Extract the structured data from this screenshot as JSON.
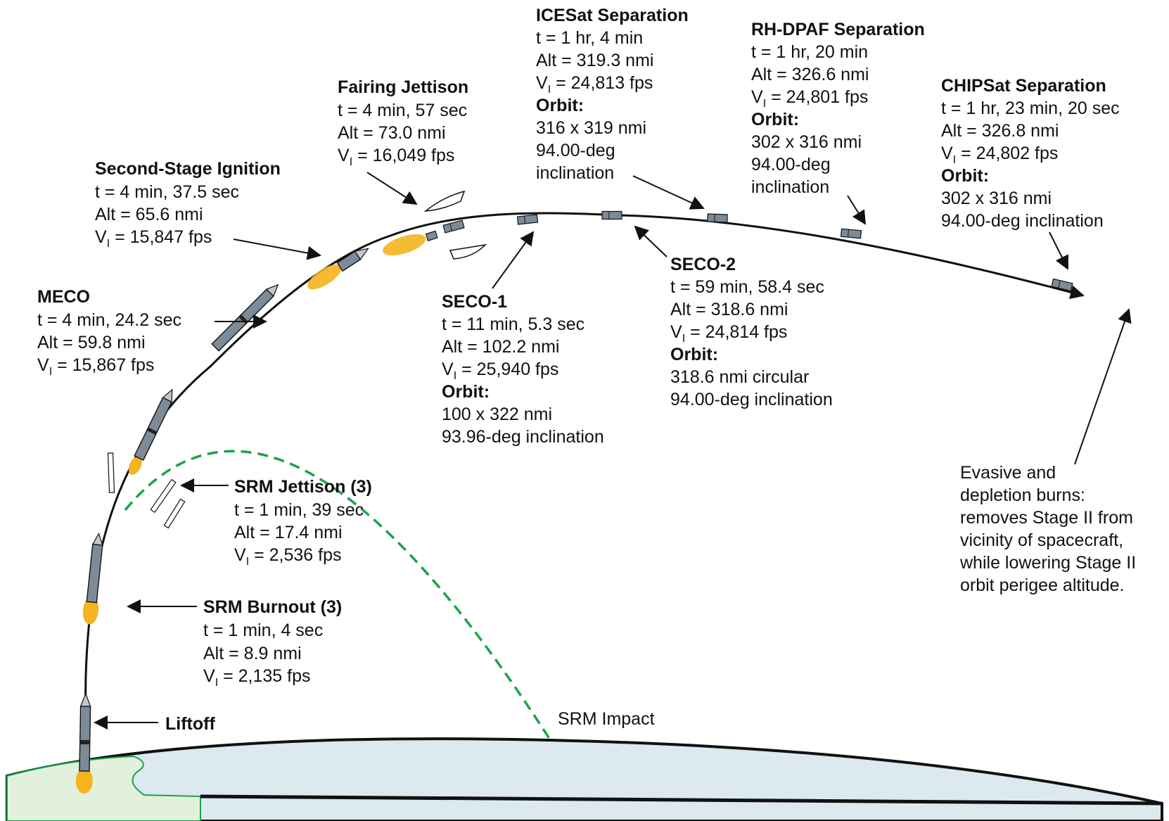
{
  "colors": {
    "ground": "#dce9ee",
    "land": "#e2f1dc",
    "land_edge": "#1aa34a",
    "impact_path": "#1aa34a",
    "flame": "#f5b820",
    "rocket_body": "#7d8b99",
    "ink": "#111111"
  },
  "events": {
    "liftoff": {
      "title": "Liftoff"
    },
    "srm_burnout": {
      "title": "SRM Burnout (3)",
      "t": "t = 1 min, 4 sec",
      "alt": "Alt = 8.9 nmi",
      "v_pre": "V",
      "v_sub": "I",
      "v_post": " = 2,135 fps"
    },
    "srm_jettison": {
      "title": "SRM Jettison (3)",
      "t": "t = 1 min, 39 sec",
      "alt": "Alt = 17.4 nmi",
      "v_pre": "V",
      "v_sub": "I",
      "v_post": " = 2,536 fps"
    },
    "meco": {
      "title": "MECO",
      "t": "t = 4 min, 24.2 sec",
      "alt": "Alt = 59.8 nmi",
      "v_pre": "V",
      "v_sub": "I",
      "v_post": " = 15,867 fps"
    },
    "second_stage_ignition": {
      "title": "Second-Stage Ignition",
      "t": "t = 4 min, 37.5 sec",
      "alt": "Alt = 65.6 nmi",
      "v_pre": "V",
      "v_sub": "I",
      "v_post": " = 15,847 fps"
    },
    "fairing_jettison": {
      "title": "Fairing Jettison",
      "t": "t = 4 min, 57 sec",
      "alt": "Alt = 73.0 nmi",
      "v_pre": "V",
      "v_sub": "I",
      "v_post": " = 16,049 fps"
    },
    "seco1": {
      "title": "SECO-1",
      "t": "t = 11 min, 5.3 sec",
      "alt": "Alt = 102.2 nmi",
      "v_pre": "V",
      "v_sub": "I",
      "v_post": " = 25,940 fps",
      "orbit_label": "Orbit:",
      "orbit_1": "100 x 322 nmi",
      "orbit_2": "93.96-deg inclination"
    },
    "icesat": {
      "title_bold": "ICESa",
      "title_rest": "t Separation",
      "t": "t = 1 hr, 4 min",
      "alt": "Alt = 319.3 nmi",
      "v_pre": "V",
      "v_sub": "I",
      "v_post": " = 24,813 fps",
      "orbit_label": "Orbit:",
      "orbit_1": "316 x 319 nmi",
      "orbit_2": "94.00-deg",
      "orbit_3": "inclination"
    },
    "seco2": {
      "title": "SECO-2",
      "t": "t = 59 min, 58.4 sec",
      "alt": "Alt = 318.6 nmi",
      "v_pre": "V",
      "v_sub": "I",
      "v_post": " = 24,814 fps",
      "orbit_label": "Orbit:",
      "orbit_1": "318.6 nmi circular",
      "orbit_2": "94.00-deg inclination"
    },
    "rhdpaf": {
      "title": "RH-DPAF Separation",
      "t": "t = 1 hr, 20 min",
      "alt": "Alt = 326.6 nmi",
      "v_pre": "V",
      "v_sub": "I",
      "v_post": " = 24,801 fps",
      "orbit_label": "Orbit:",
      "orbit_1": "302 x 316 nmi",
      "orbit_2": "94.00-deg",
      "orbit_3": "inclination"
    },
    "chipsat": {
      "title": "CHIPSat Separation",
      "t": "t = 1 hr, 23 min, 20 sec",
      "alt": "Alt = 326.8 nmi",
      "v_pre": "V",
      "v_sub": "I",
      "v_post": " = 24,802 fps",
      "orbit_label": "Orbit:",
      "orbit_1": "302 x 316 nmi",
      "orbit_2": "94.00-deg inclination"
    }
  },
  "srm_impact": "SRM Impact",
  "evasive": {
    "line1": "Evasive and",
    "line2": "depletion burns:",
    "line3": "removes Stage II from",
    "line4": "vicinity of spacecraft,",
    "line5": "while lowering Stage II",
    "line6": "orbit perigee altitude."
  }
}
